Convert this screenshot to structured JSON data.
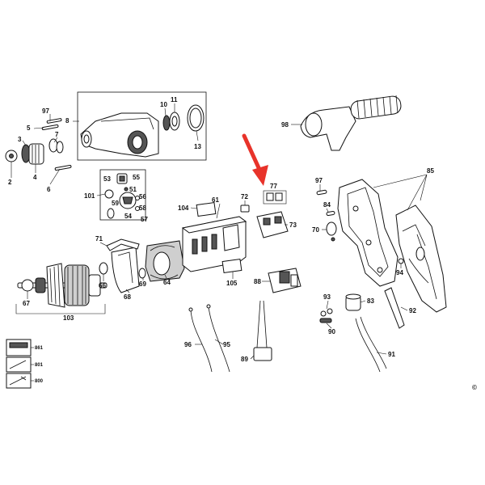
{
  "callouts": {
    "c2": "2",
    "c3": "3",
    "c4": "4",
    "c5": "5",
    "c6": "6",
    "c7": "7",
    "c8": "8",
    "c10": "10",
    "c11": "11",
    "c13": "13",
    "c51": "51",
    "c53": "53",
    "c54": "54",
    "c55": "55",
    "c56": "56",
    "c57": "57",
    "c58": "58",
    "c59": "59",
    "c61": "61",
    "c64": "64",
    "c66": "66",
    "c67": "67",
    "c68": "68",
    "c69": "69",
    "c70": "70",
    "c71": "71",
    "c72": "72",
    "c73": "73",
    "c77": "77",
    "c83": "83",
    "c84": "84",
    "c85": "85",
    "c88": "88",
    "c89": "89",
    "c90": "90",
    "c91": "91",
    "c92": "92",
    "c93": "93",
    "c94": "94",
    "c95": "95",
    "c96": "96",
    "c97a": "97",
    "c97b": "97",
    "c98": "98",
    "c101": "101",
    "c103": "103",
    "c104": "104",
    "c105": "105",
    "c800": "800",
    "c801": "801",
    "c861": "861"
  },
  "copyright_symbol": "©",
  "colors": {
    "ink": "#111111",
    "arrow": "#e8332a",
    "fill": "#ffffff",
    "dark": "#555555"
  }
}
